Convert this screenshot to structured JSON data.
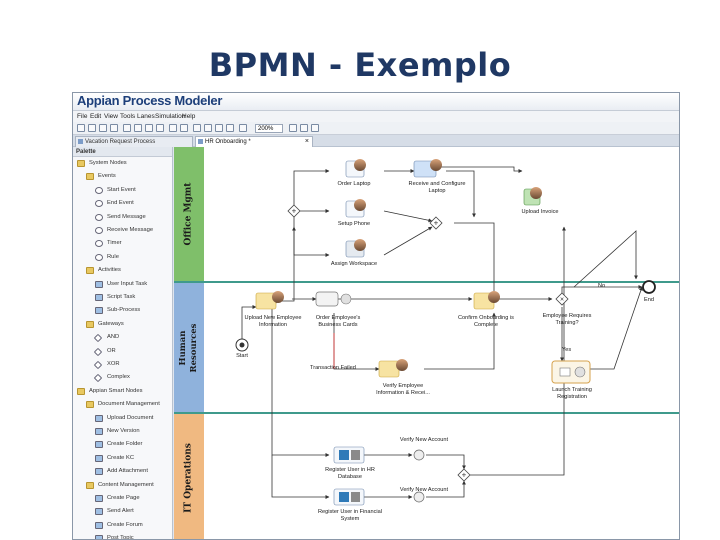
{
  "slide": {
    "title": "BPMN - Exemplo"
  },
  "app": {
    "title": "Appian Process Modeler",
    "menu": [
      "File",
      "Edit",
      "View",
      "Tools",
      "Lanes",
      "Simulation",
      "Help"
    ],
    "zoom": "200%",
    "tabs": [
      {
        "label": "Vacation Request Process",
        "active": false
      },
      {
        "label": "HR Onboarding *",
        "active": true
      }
    ]
  },
  "palette": {
    "header": "Palette",
    "items": [
      {
        "label": "System Nodes",
        "kind": "folder",
        "indent": 0
      },
      {
        "label": "Events",
        "kind": "folder",
        "indent": 1
      },
      {
        "label": "Start Event",
        "kind": "circle",
        "indent": 2
      },
      {
        "label": "End Event",
        "kind": "circle",
        "indent": 2
      },
      {
        "label": "Send Message",
        "kind": "circle",
        "indent": 2
      },
      {
        "label": "Receive Message",
        "kind": "circle",
        "indent": 2
      },
      {
        "label": "Timer",
        "kind": "circle",
        "indent": 2
      },
      {
        "label": "Rule",
        "kind": "circle",
        "indent": 2
      },
      {
        "label": "Activities",
        "kind": "folder",
        "indent": 1
      },
      {
        "label": "User Input Task",
        "kind": "task",
        "indent": 2
      },
      {
        "label": "Script Task",
        "kind": "task",
        "indent": 2
      },
      {
        "label": "Sub-Process",
        "kind": "task",
        "indent": 2
      },
      {
        "label": "Gateways",
        "kind": "folder",
        "indent": 1
      },
      {
        "label": "AND",
        "kind": "diamond",
        "indent": 2
      },
      {
        "label": "OR",
        "kind": "diamond",
        "indent": 2
      },
      {
        "label": "XOR",
        "kind": "diamond",
        "indent": 2
      },
      {
        "label": "Complex",
        "kind": "diamond",
        "indent": 2
      },
      {
        "label": "Appian Smart Nodes",
        "kind": "folder",
        "indent": 0
      },
      {
        "label": "Document Management",
        "kind": "folder",
        "indent": 1
      },
      {
        "label": "Upload Document",
        "kind": "task",
        "indent": 2
      },
      {
        "label": "New Version",
        "kind": "task",
        "indent": 2
      },
      {
        "label": "Create Folder",
        "kind": "task",
        "indent": 2
      },
      {
        "label": "Create KC",
        "kind": "task",
        "indent": 2
      },
      {
        "label": "Add Attachment",
        "kind": "task",
        "indent": 2
      },
      {
        "label": "Content Management",
        "kind": "folder",
        "indent": 1
      },
      {
        "label": "Create Page",
        "kind": "task",
        "indent": 2
      },
      {
        "label": "Send Alert",
        "kind": "task",
        "indent": 2
      },
      {
        "label": "Create Forum",
        "kind": "task",
        "indent": 2
      },
      {
        "label": "Post Topic",
        "kind": "task",
        "indent": 2
      }
    ]
  },
  "lanes": [
    {
      "label": "Office Mgmt",
      "color": "#7fbf6a",
      "body": "#ffffff",
      "sep": "#3f9a8c"
    },
    {
      "label": "Human\nResources",
      "color": "#8fb2dc",
      "body": "#ffffff",
      "sep": "#3f9a8c"
    },
    {
      "label": "IT Operations",
      "color": "#f0b981",
      "body": "#ffffff",
      "sep": "#e8a060"
    }
  ],
  "nodes": {
    "order_laptop": "Order Laptop",
    "receive_configure_laptop": "Receive and Configure\nLaptop",
    "upload_invoice": "Upload Invoice",
    "setup_phone": "Setup Phone",
    "assign_workspace": "Assign Workspace",
    "upload_new_employee_info": "Upload New Employee\nInformation",
    "order_business_cards": "Order Employee's\nBusiness Cards",
    "confirm_onboarding": "Confirm Onboarding is\nComplete",
    "employee_requires_training": "Employee Requires\nTraining?",
    "start": "Start",
    "end": "End",
    "verify_employee_info": "Verify Employee\nInformation & Recei...",
    "launch_training": "Launch Training\nRegistration",
    "register_hr_db": "Register User in HR\nDatabase",
    "register_financial": "Register User in Financial\nSystem",
    "verify_account_1": "Verify New Account",
    "verify_account_2": "Verify New Account"
  },
  "flows": {
    "transaction_failed": "Transaction Failed",
    "no": "No",
    "yes": "Yes"
  }
}
